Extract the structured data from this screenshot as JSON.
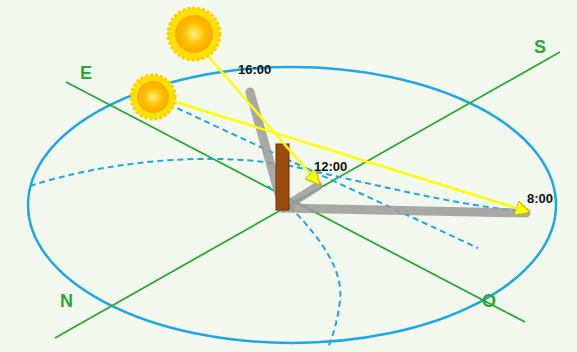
{
  "diagram": {
    "labels": [
      "E",
      "S",
      "N",
      "O",
      "16:00",
      "12:00",
      "8:00"
    ]
  }
}
